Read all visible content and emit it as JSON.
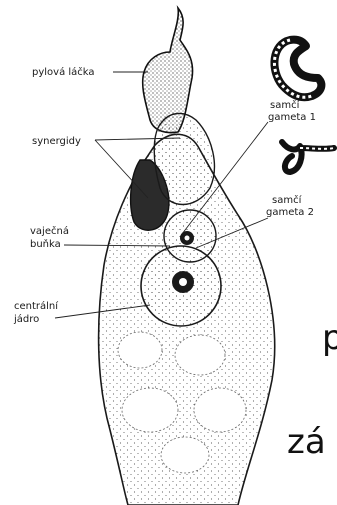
{
  "labels": {
    "pylova_lacka": "pylová láčka",
    "synergidy": "synergidy",
    "vajecna_bunka_1": "vaječná",
    "vajecna_bunka_2": "buňka",
    "centralni_jadro_1": "centrální",
    "centralni_jadro_2": "jádro",
    "samci_gameta_1_line1": "samčí",
    "samci_gameta_1_line2": "gameta 1",
    "samci_gameta_2_line1": "samčí",
    "samci_gameta_2_line2": "gameta 2"
  },
  "slide_fragments": {
    "letter_p": "p",
    "letters_za": "zá"
  }
}
